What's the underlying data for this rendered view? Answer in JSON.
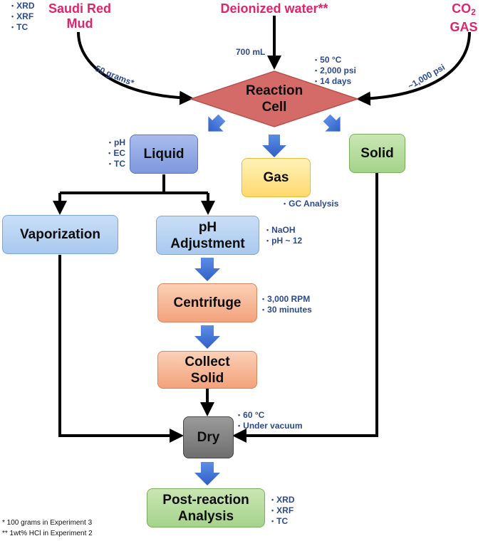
{
  "inputs": {
    "red_mud": "Saudi Red Mud",
    "water": "Deionized water**",
    "co2": "CO",
    "co2_sub": "2",
    "co2_gas": "GAS"
  },
  "red_mud_tests": [
    "XRD",
    "XRF",
    "TC"
  ],
  "amounts": {
    "red_mud": "50 grams*",
    "water": "700 mL",
    "co2": "~1,000 psi"
  },
  "reaction_conditions": [
    "50 °C",
    "2,000 psi",
    "14 days"
  ],
  "nodes": {
    "reaction_cell": "Reaction Cell",
    "liquid": "Liquid",
    "gas": "Gas",
    "solid": "Solid",
    "vaporization": "Vaporization",
    "ph_adjustment": "pH Adjustment",
    "centrifuge": "Centrifuge",
    "collect_solid": "Collect Solid",
    "dry": "Dry",
    "post_reaction": "Post-reaction Analysis"
  },
  "liquid_tests": [
    "pH",
    "EC",
    "TC"
  ],
  "gas_tests": [
    "GC Analysis"
  ],
  "ph_conditions": [
    "NaOH",
    "pH ~ 12"
  ],
  "centrifuge_conditions": [
    "3,000 RPM",
    "30 minutes"
  ],
  "dry_conditions": [
    "60 °C",
    "Under vacuum"
  ],
  "post_tests": [
    "XRD",
    "XRF",
    "TC"
  ],
  "footnotes": [
    "* 100 grams in Experiment 3",
    "** 1wt% HCl in Experiment 2"
  ],
  "colors": {
    "reaction_cell": "#d46b68",
    "input_label": "#e0246d",
    "note_text": "#2c4a8c",
    "flow_arrow": "#3d6fd1",
    "connector": "#000000"
  }
}
